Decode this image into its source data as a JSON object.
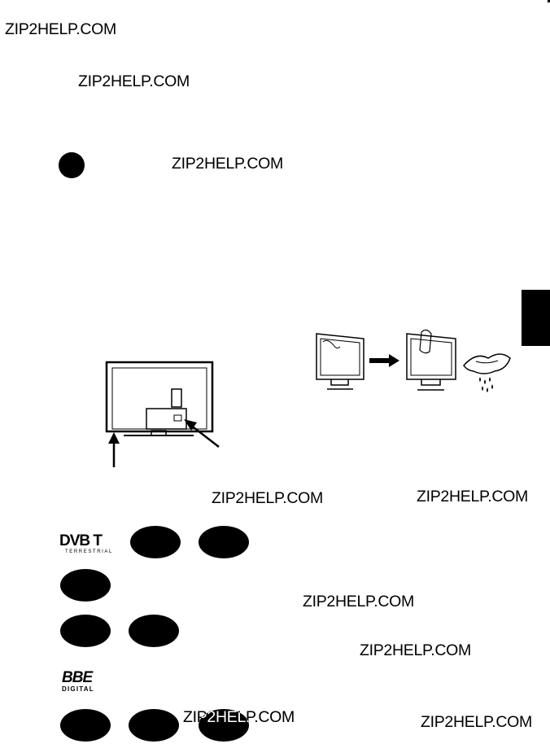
{
  "watermarks": {
    "w1": "ZIP2HELP.COM",
    "w2": "ZIP2HELP.COM",
    "w3": "ZIP2HELP.COM",
    "w4": "ZIP2HELP.COM",
    "w5": "ZIP2HELP.COM",
    "w6": "ZIP2HELP.COM",
    "w7": "ZIP2HELP.COM",
    "w8": "ZIP2HELP.COM",
    "w9": "ZIP2HELP.COM"
  },
  "logos": {
    "dvb": "DVB T",
    "dvb_sub": "TERRESTRIAL",
    "bbe": "BBE",
    "bbe_sub": "DIGITAL"
  },
  "colors": {
    "ink": "#000000",
    "paper": "#ffffff"
  }
}
